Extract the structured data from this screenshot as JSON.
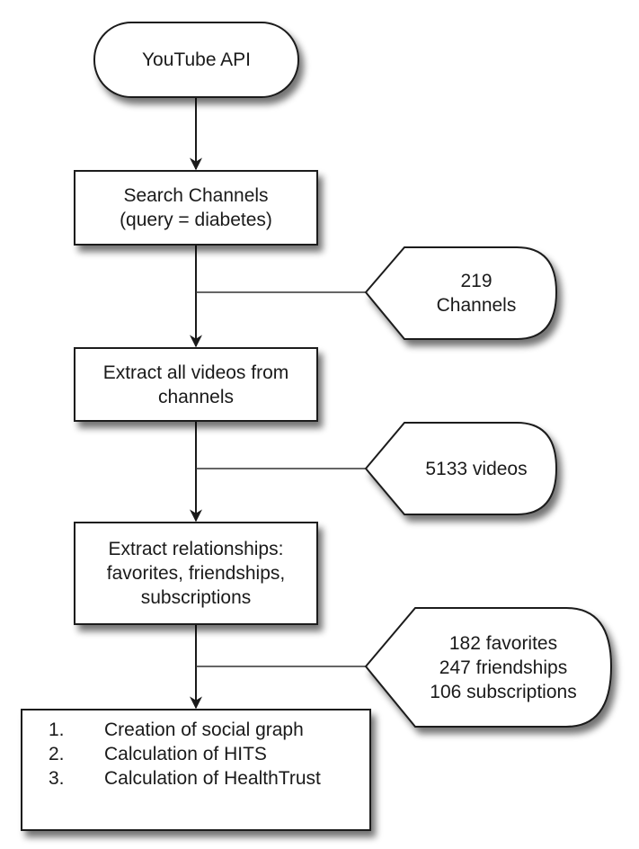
{
  "diagram": {
    "type": "flowchart",
    "nodes": [
      {
        "id": "youtube-api",
        "shape": "terminal",
        "lines": [
          "YouTube API"
        ]
      },
      {
        "id": "search-channels",
        "shape": "process",
        "lines": [
          "Search Channels",
          "(query = diabetes)"
        ]
      },
      {
        "id": "extract-videos",
        "shape": "process",
        "lines": [
          "Extract all videos from",
          "channels"
        ]
      },
      {
        "id": "extract-relationships",
        "shape": "process",
        "lines": [
          "Extract relationships:",
          "favorites, friendships,",
          "subscriptions"
        ]
      },
      {
        "id": "final-steps",
        "shape": "process",
        "items": [
          {
            "num": "1.",
            "text": "Creation of social graph"
          },
          {
            "num": "2.",
            "text": "Calculation of HITS"
          },
          {
            "num": "3.",
            "text": "Calculation of HealthTrust"
          }
        ]
      }
    ],
    "outputs": [
      {
        "id": "channels-output",
        "shape": "display",
        "lines": [
          "219",
          "Channels"
        ]
      },
      {
        "id": "videos-output",
        "shape": "display",
        "lines": [
          "5133 videos"
        ]
      },
      {
        "id": "relationships-output",
        "shape": "display",
        "lines": [
          "182 favorites",
          "247 friendships",
          "106 subscriptions"
        ]
      }
    ],
    "edges": [
      {
        "from": "youtube-api",
        "to": "search-channels"
      },
      {
        "from": "search-channels",
        "to": "extract-videos"
      },
      {
        "from": "extract-videos",
        "to": "extract-relationships"
      },
      {
        "from": "extract-relationships",
        "to": "final-steps"
      }
    ],
    "colors": {
      "stroke": "#1a1a1a",
      "fill": "#ffffff",
      "shadow": "#000000"
    }
  }
}
